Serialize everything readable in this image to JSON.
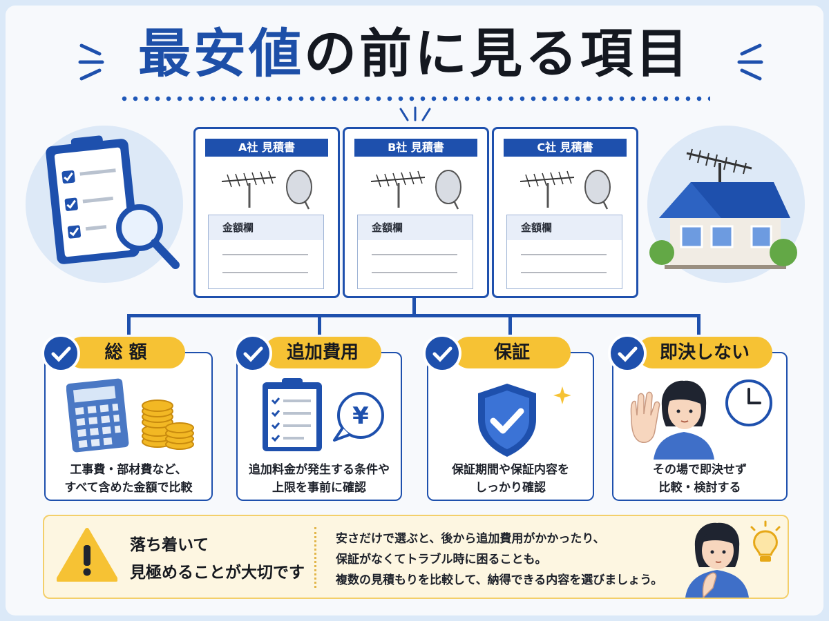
{
  "title": {
    "highlight": "最安値",
    "rest": "の前に見る項目"
  },
  "quotes": [
    {
      "company": "A社 見積書",
      "field_label": "金額欄"
    },
    {
      "company": "B社 見積書",
      "field_label": "金額欄"
    },
    {
      "company": "C社 見積書",
      "field_label": "金額欄"
    }
  ],
  "items": [
    {
      "label": "総 額",
      "desc_lines": [
        "工事費・部材費など、",
        "すべて含めた金額で比較"
      ],
      "icon": "calculator-icon"
    },
    {
      "label": "追加費用",
      "desc_lines": [
        "追加料金が発生する条件や",
        "上限を事前に確認"
      ],
      "icon": "clipboard-yen-icon"
    },
    {
      "label": "保証",
      "desc_lines": [
        "保証期間や保証内容を",
        "しっかり確認"
      ],
      "icon": "shield-check-icon"
    },
    {
      "label": "即決しない",
      "desc_lines": [
        "その場で即決せず",
        "比較・検討する"
      ],
      "icon": "person-stop-icon"
    }
  ],
  "note": {
    "title_lines": [
      "落ち着いて",
      "見極めることが大切です"
    ],
    "body_lines": [
      "安さだけで選ぶと、後から追加費用がかかったり、",
      "保証がなくてトラブル時に困ることも。",
      "複数の見積もりを比較して、納得できる内容を選びましょう。"
    ]
  },
  "colors": {
    "primary": "#1e50ad",
    "accent": "#f6c234",
    "background": "#dbe9f8"
  }
}
